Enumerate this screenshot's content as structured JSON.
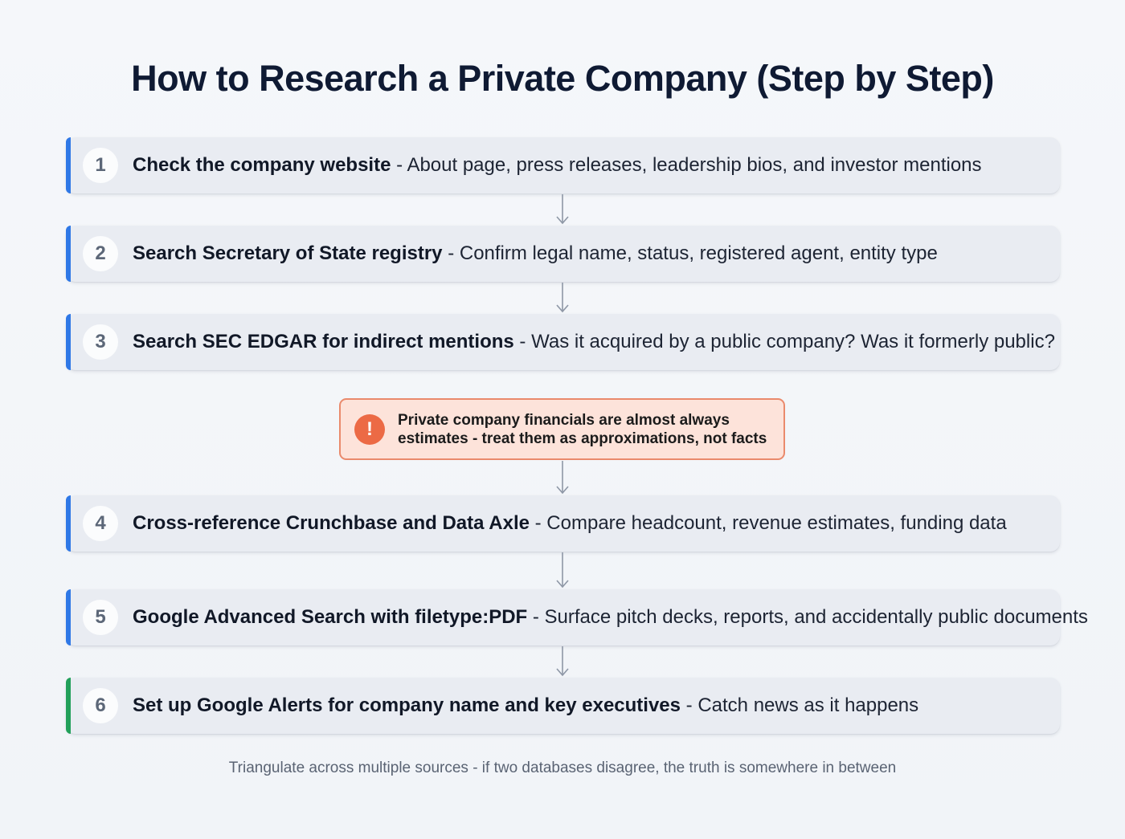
{
  "title": "How to Research a Private Company (Step by Step)",
  "colors": {
    "blue_accent": "#2f78e6",
    "green_accent": "#22a05a",
    "warning_fill": "#fde3da",
    "warning_border": "#ea8a6c",
    "warning_icon": "#ec6a45"
  },
  "steps": [
    {
      "number": "1",
      "heading": "Check the company website",
      "detail": " - About page, press releases, leadership bios, and investor mentions",
      "accent": "blue"
    },
    {
      "number": "2",
      "heading": "Search Secretary of State registry",
      "detail": " - Confirm legal name, status, registered agent, entity type",
      "accent": "blue"
    },
    {
      "number": "3",
      "heading": "Search SEC EDGAR for indirect mentions",
      "detail": " - Was it acquired by a public company? Was it formerly public?",
      "accent": "blue"
    },
    {
      "number": "4",
      "heading": "Cross-reference Crunchbase and Data Axle",
      "detail": " - Compare headcount, revenue estimates, funding data",
      "accent": "blue"
    },
    {
      "number": "5",
      "heading": "Google Advanced Search with filetype:PDF",
      "detail": " - Surface pitch decks, reports, and accidentally public documents",
      "accent": "blue"
    },
    {
      "number": "6",
      "heading": "Set up Google Alerts for company name and key executives",
      "detail": " - Catch news as it happens",
      "accent": "green"
    }
  ],
  "warning": {
    "icon": "exclamation-icon",
    "line1": "Private company financials are almost always",
    "line2": "estimates - treat them as approximations, not facts"
  },
  "footer": "Triangulate across multiple sources - if two databases disagree, the truth is somewhere in between"
}
